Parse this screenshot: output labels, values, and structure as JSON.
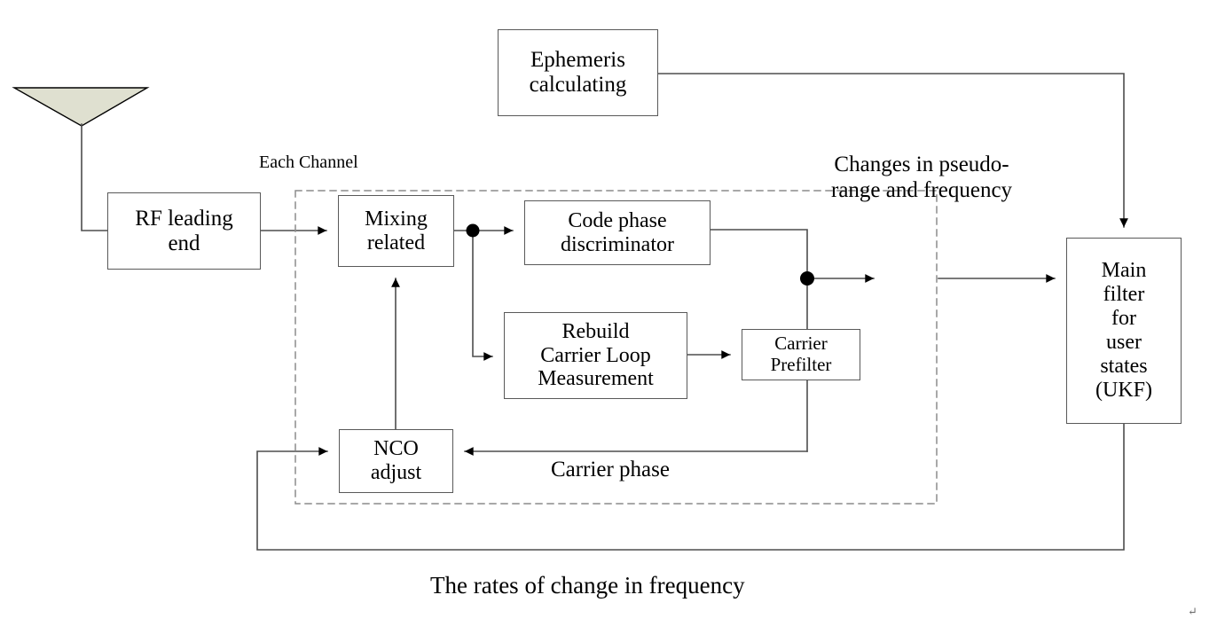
{
  "diagram": {
    "title": "GNSS vector tracking loop block diagram",
    "colors": {
      "antenna_fill": "#dfe0d0",
      "box_stroke": "#595959",
      "line": "#4d4d4d",
      "dashed_group": "#8c8c8c",
      "text": "#000000"
    },
    "boxes": {
      "rf_leading_end": "RF leading\nend",
      "ephemeris_calculating": "Ephemeris\ncalculating",
      "mixing_related": "Mixing\nrelated",
      "code_phase_discriminator": "Code phase\ndiscriminator",
      "rebuild_carrier_loop": "Rebuild\nCarrier Loop\nMeasurement",
      "carrier_prefilter": "Carrier\nPrefilter",
      "nco_adjust": "NCO\nadjust",
      "main_filter": "Main\nfilter\nfor\nuser\nstates\n(UKF)"
    },
    "labels": {
      "each_channel": "Each Channel",
      "changes_in_pseudorange": "Changes in pseudo-\nrange and frequency",
      "carrier_phase": "Carrier phase",
      "rates_of_change": "The rates of change in frequency",
      "paragraph_mark": "↵"
    },
    "icons": {
      "antenna": "antenna-triangle-icon",
      "junction_dot": "junction-dot-icon",
      "arrow_head": "arrow-head-icon"
    }
  }
}
